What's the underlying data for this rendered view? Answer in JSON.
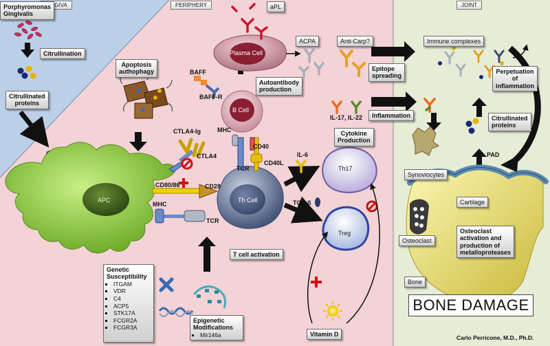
{
  "regions": {
    "gingiva": "GINGIVA",
    "periphery": "PERIPHERY",
    "joint": "JOINT"
  },
  "labels": {
    "porphyromonas": "Porphyromonas\nGingivalis",
    "citrullination": "Citrullination",
    "citrullinated_proteins_left": "Citrullinated\nproteins",
    "apoptosis": "Apoptosis\nauthophagy",
    "apl": "aPL",
    "plasma_cell": "Plasma Cell",
    "acpa": "ACPA",
    "anti_carp": "Anti-Carp?",
    "immune_complexes": "Immune complexes",
    "baff": "BAFF",
    "baff_r": "BAFF-R",
    "b_cell": "B Cell",
    "autoantibody": "Autoantibody\nproduction",
    "epitope": "Epitope\nspreading",
    "perpetuation": "Perpetuation\nof\ninflammation",
    "il17": "IL-17, IL-22",
    "inflammation": "Inflammation",
    "citrullinated_proteins_right": "Citrullinated\nproteins",
    "ctla4ig": "CTLA4-Ig",
    "mhc_top": "MHC",
    "cd40": "CD40",
    "cd40l": "CD40L",
    "tcr_top": "TCR",
    "ctla4": "CTLA4",
    "il6": "IL-6",
    "cytokine": "Cytokine\nProduction",
    "th17": "Th17",
    "synoviocytes": "Synoviocytes",
    "pad": "PAD",
    "cd8086": "CD80/86",
    "cd28": "CD28",
    "apc": "APC",
    "th_cell": "Th Cell",
    "mhc_bottom": "MHC",
    "tcr_bottom": "TCR",
    "tgfb": "TGF-β",
    "treg": "Treg",
    "cartilage": "Cartilage",
    "osteoclast": "Osteoclast",
    "osteoclast_activation": "Osteoclast\nactivation and\nproduction of\nmetalloproteases",
    "t_cell_activation": "T cell activation",
    "genetic": "Genetic\nSusceptibility",
    "epigenetic": "Epigenetic\nModifications",
    "mir146a": "Mir146a",
    "vitamin_d": "Vitamin D",
    "bone": "Bone",
    "bone_damage": "BONE DAMAGE",
    "signature": "Carlo Perricone, M.D., Ph.D."
  },
  "genes": [
    "ITGAM",
    "VDR",
    "C4",
    "ACP5",
    "STK17A",
    "FCGR2A",
    "FCGR3A"
  ],
  "colors": {
    "gingiva_bg": "#bccfe9",
    "periphery_bg": "#f3d3d6",
    "joint_bg": "#e6ecd6",
    "apc": "#9cd24a",
    "th": "#5f6f8f",
    "treg": "#3a54a8",
    "plasma": "#8a1e32",
    "bcell": "#a83648",
    "th17": "#9a88c6",
    "bone": "#f2e87a",
    "cartilage": "#5a8bb0",
    "inhibit": "#cc1111"
  }
}
